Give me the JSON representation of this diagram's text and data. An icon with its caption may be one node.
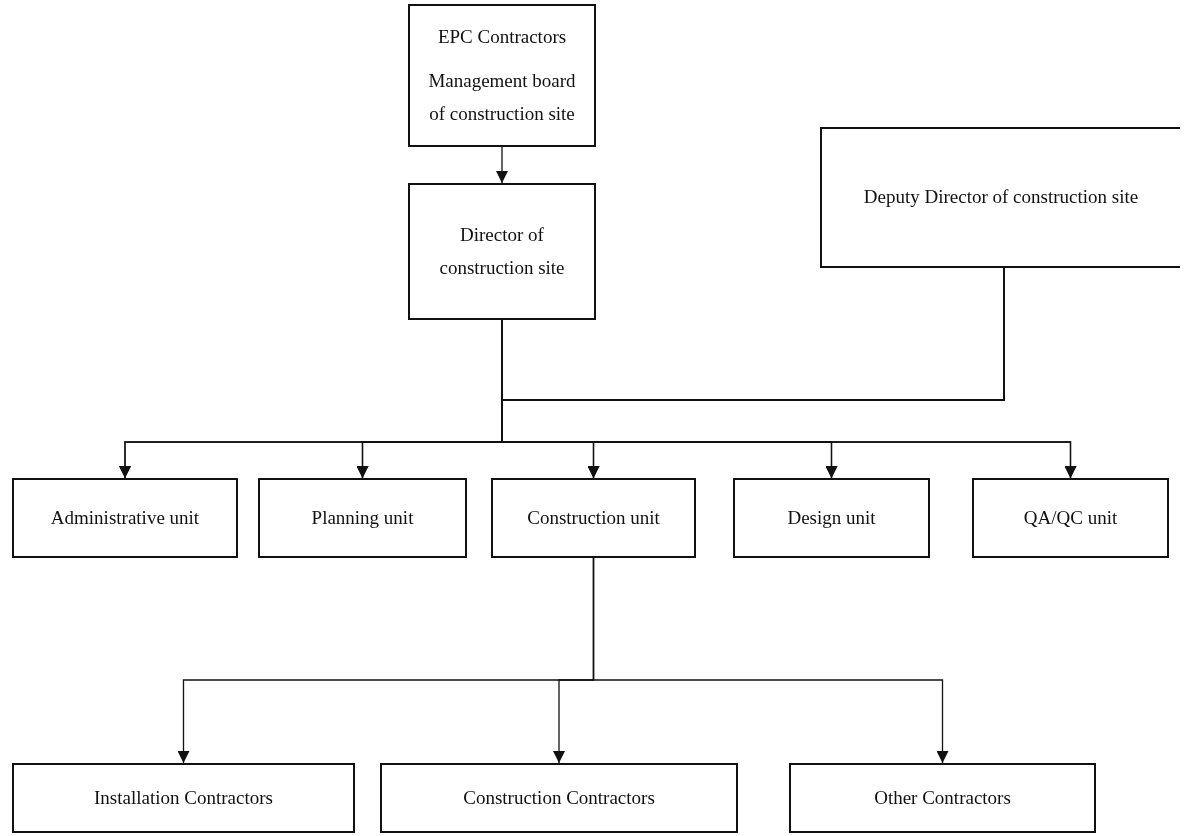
{
  "diagram": {
    "nodes": [
      {
        "text": [
          "EPC Contractors",
          "Management board of construction site"
        ]
      },
      {
        "text": [
          "Director of construction site"
        ]
      },
      {
        "text": [
          "Deputy Director of construction site"
        ]
      },
      {
        "text": [
          "Administrative unit"
        ]
      },
      {
        "text": [
          "Planning unit"
        ]
      },
      {
        "text": [
          "Construction unit"
        ]
      },
      {
        "text": [
          "Design unit"
        ]
      },
      {
        "text": [
          "QA/QC unit"
        ]
      },
      {
        "text": [
          "Installation Contractors"
        ]
      },
      {
        "text": [
          "Construction Contractors"
        ]
      },
      {
        "text": [
          "Other Contractors"
        ]
      }
    ],
    "edges": [
      {
        "from": 0,
        "to": 1,
        "arrow": "to"
      },
      {
        "from": 1,
        "to": 3,
        "arrow": "to"
      },
      {
        "from": 1,
        "to": 4,
        "arrow": "to"
      },
      {
        "from": 1,
        "to": 5,
        "arrow": "to"
      },
      {
        "from": 1,
        "to": 6,
        "arrow": "to"
      },
      {
        "from": 1,
        "to": 7,
        "arrow": "to"
      },
      {
        "from": 2,
        "to": 3,
        "arrow": "to"
      },
      {
        "from": 2,
        "to": 4,
        "arrow": "to"
      },
      {
        "from": 2,
        "to": 5,
        "arrow": "to"
      },
      {
        "from": 2,
        "to": 6,
        "arrow": "to"
      },
      {
        "from": 2,
        "to": 7,
        "arrow": "to"
      },
      {
        "from": 5,
        "to": 8,
        "arrow": "to"
      },
      {
        "from": 5,
        "to": 9,
        "arrow": "to"
      },
      {
        "from": 5,
        "to": 10,
        "arrow": "to"
      }
    ]
  }
}
